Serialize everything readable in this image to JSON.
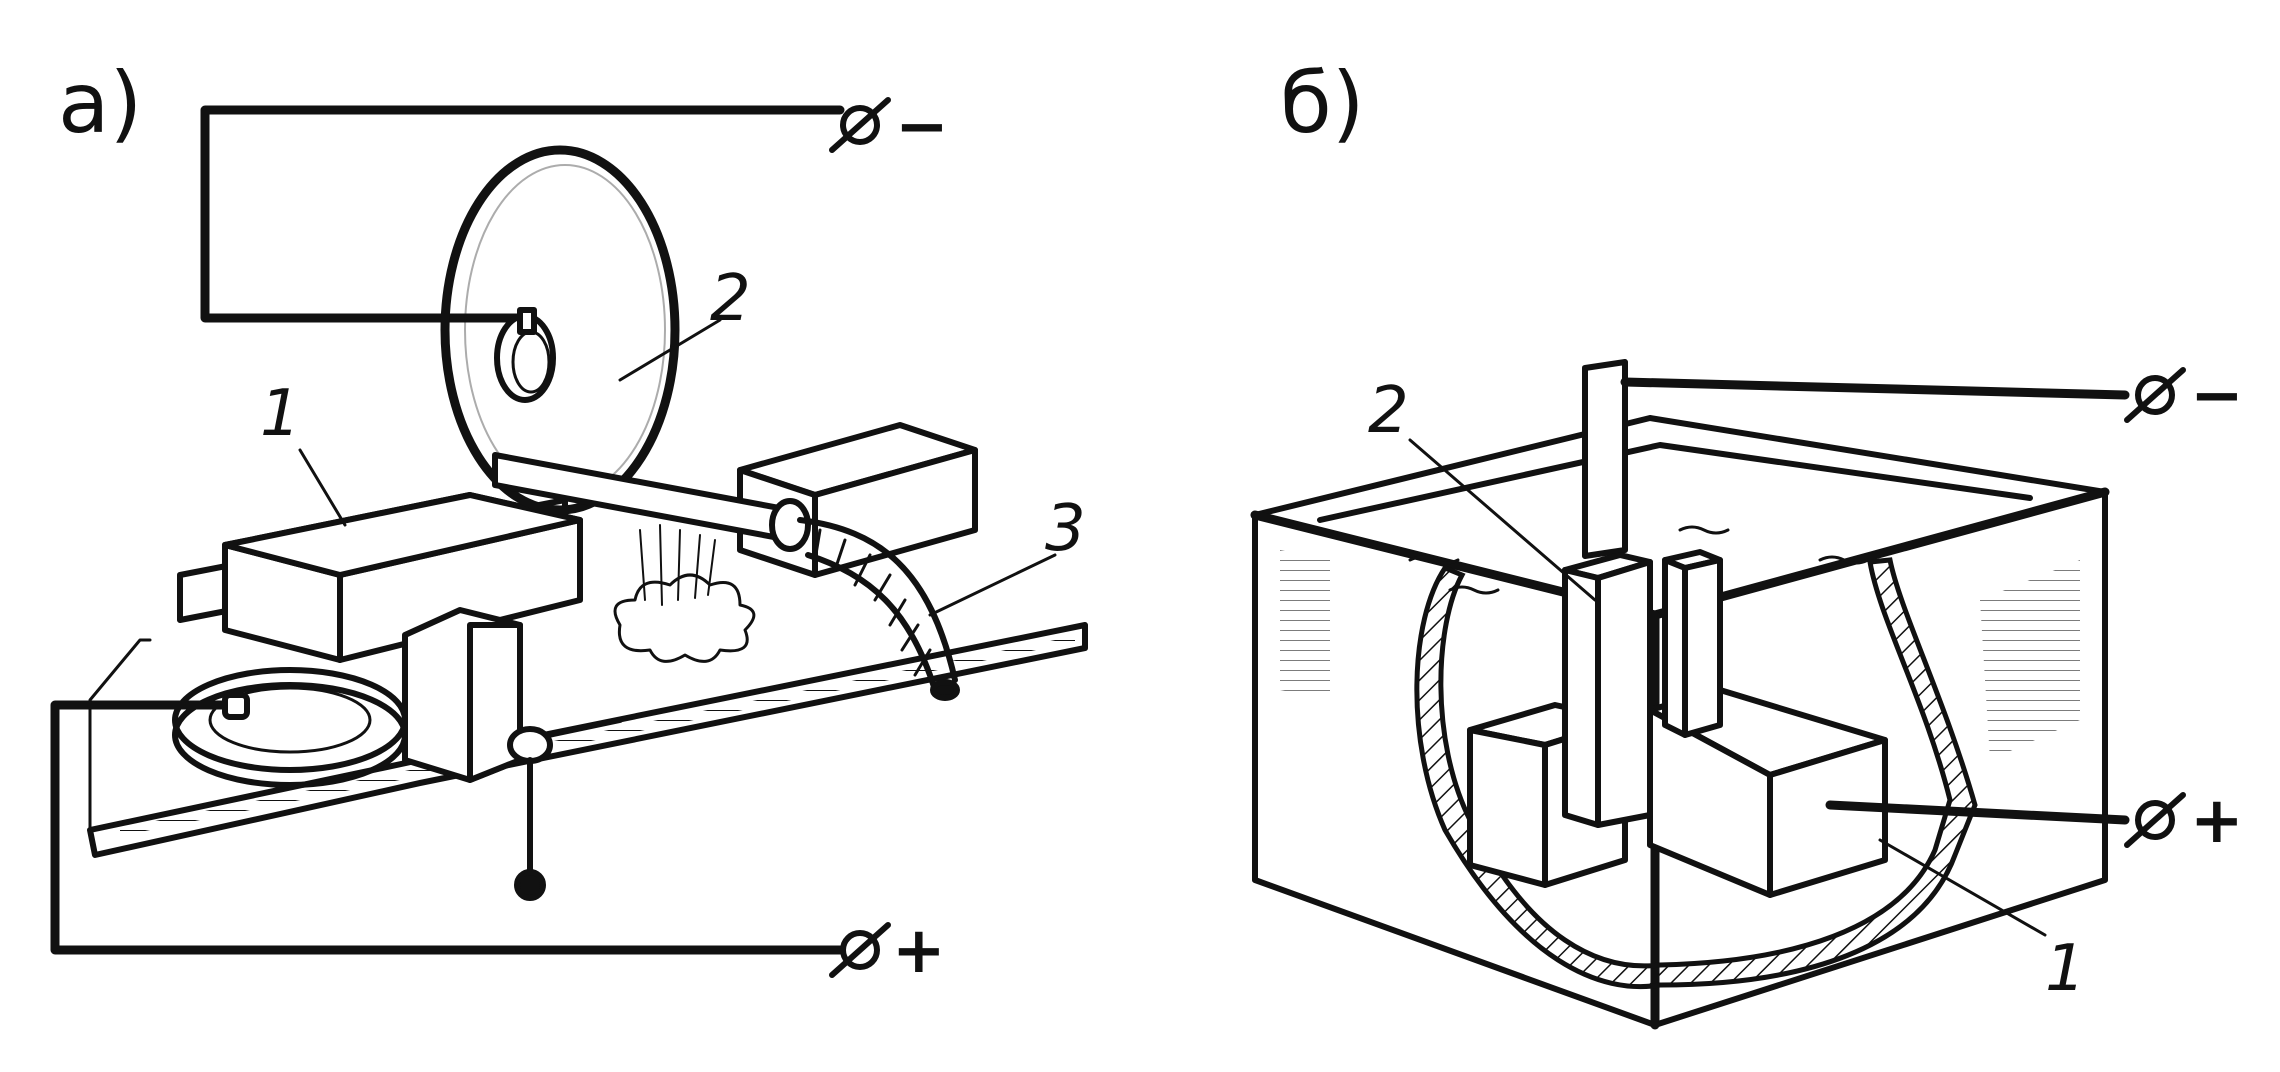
{
  "panels": [
    {
      "label": "а)",
      "callouts": [
        "1",
        "2",
        "3"
      ],
      "terminals": {
        "negative": "−",
        "positive": "+"
      }
    },
    {
      "label": "б)",
      "callouts": [
        "2",
        "1"
      ],
      "terminals": {
        "negative": "−",
        "positive": "+"
      }
    }
  ]
}
